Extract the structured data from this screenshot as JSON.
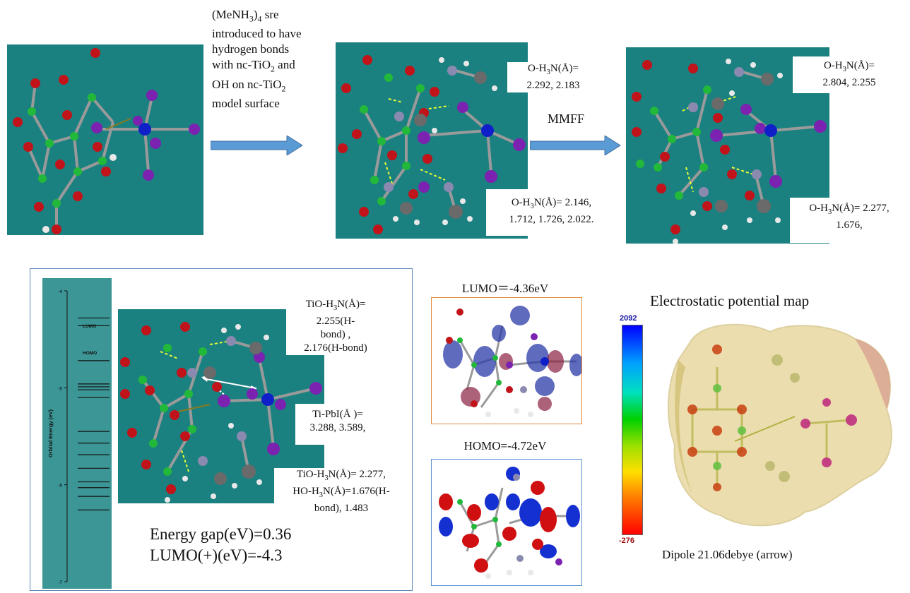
{
  "top": {
    "intro_text": "(MeNH3)4 sre introduced to have hydrogen bonds with nc-TiO2 and OH on nc-TiO2 model surface",
    "intro_lines": [
      "(MeNH",
      "3",
      ")",
      "4",
      " sre",
      "introduced to have",
      "hydrogen bonds",
      "with nc-TiO",
      "2",
      " and",
      "OH on nc-TiO",
      "2",
      "model surface"
    ],
    "mmff_label": "MMFF",
    "panel2_note_top": {
      "prefix": "O-H",
      "sub": "3",
      "rest": "N(Å)=",
      "values": "2.292, 2.183"
    },
    "panel2_note_bottom": {
      "prefix": "O-H",
      "sub": "3",
      "rest": "N(Å)= 2.146,",
      "values": "1.712, 1.726, 2.022."
    },
    "panel3_note_top": {
      "prefix": "O-H",
      "sub": "3",
      "rest": "N(Å)=",
      "values": "2.804, 2.255"
    },
    "panel3_note_bottom": {
      "prefix": "O-H",
      "sub": "3",
      "rest": "N(Å)= 2.277,",
      "values": "1.676,"
    }
  },
  "bottom_left": {
    "axis_label": "Orbital Energy (eV)",
    "ticks": [
      "-4",
      "-5",
      "-6",
      "-7"
    ],
    "lumo_label": "LUMO",
    "homo_label": "HOMO",
    "levels_ev": [
      -4.28,
      -4.36,
      -4.72,
      -4.96,
      -4.99,
      -5.02,
      -5.1,
      -5.45,
      -5.57,
      -5.69,
      -5.83,
      -5.97,
      -6.03,
      -6.12,
      -6.26
    ],
    "note_tio_1": {
      "prefix": "TiO-H",
      "sub": "3",
      "rest": "N(Å)=",
      "line2": "2.255(H-",
      "line3": "bond) ,",
      "line4": "2.176(H-bond)"
    },
    "note_tipbi": {
      "line1": "Ti-PbI(Å )=",
      "line2": "3.288, 3.589,"
    },
    "note_tio_2": {
      "prefix": "TiO-H",
      "sub": "3",
      "rest": "N(Å)= 2.277,",
      "prefix2": "HO-H",
      "sub2": "3",
      "rest2": "N(Å)=1.676(H-",
      "line3": "bond), 1.483"
    },
    "energy_gap": "Energy gap(eV)=0.36",
    "lumo_plus": "LUMO(+)(eV)=-4.3"
  },
  "orbitals": {
    "lumo_title": "LUMO＝-4.36eV",
    "homo_title": "HOMO=-4.72eV",
    "lumo_border": "#e0883a",
    "homo_border": "#5b8fd0"
  },
  "esp": {
    "title": "Electrostatic potential map",
    "max": "2092",
    "min": "-276",
    "dipole": "Dipole 21.06debye (arrow)"
  },
  "colors": {
    "panel_bg": "#1b8080",
    "oxygen": "#c0141a",
    "titanium": "#22b83a",
    "iodine": "#7b22b0",
    "lead": "#1020c8",
    "nitrogen": "#8a8ab0",
    "carbon": "#6a6a6a",
    "hydrogen": "#e8e8e8",
    "arrow_fill": "#5b9bd5"
  }
}
